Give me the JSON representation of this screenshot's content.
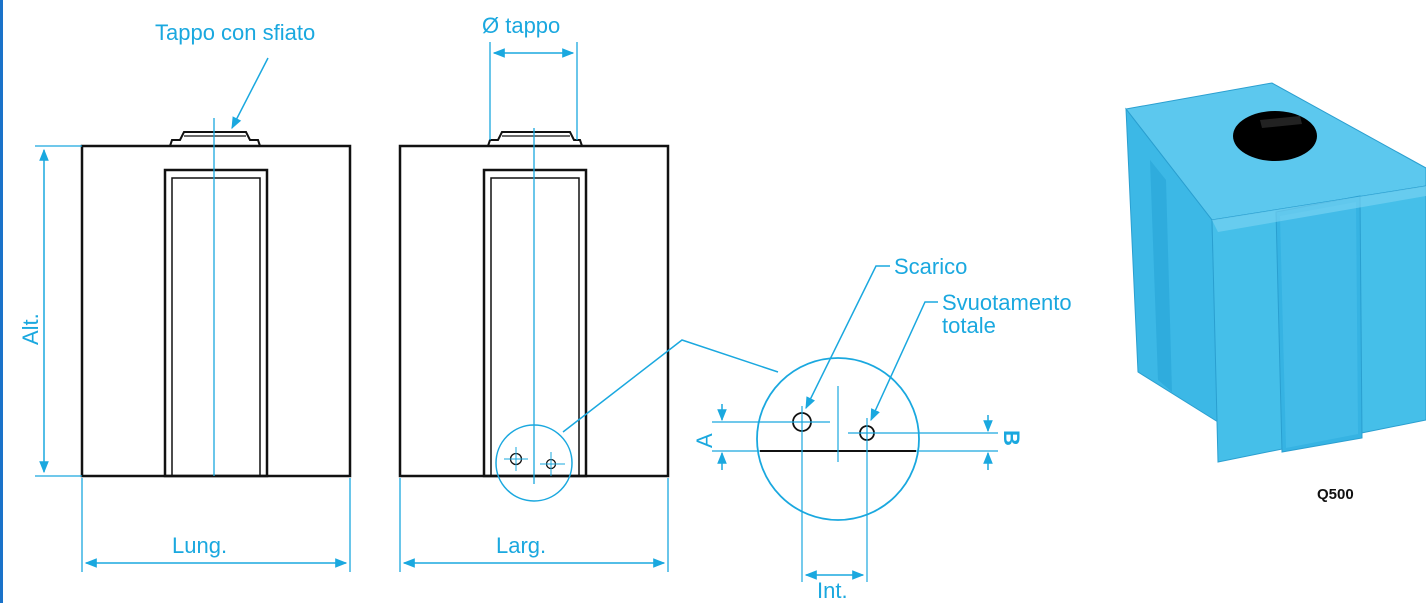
{
  "colors": {
    "accent": "#1aa8df",
    "outline": "#111111",
    "tank_blue": "#3cb8e6",
    "tank_dark": "#2a9fd0",
    "cap": "#000000",
    "border": "#1a72c9"
  },
  "labels": {
    "vent_cap": "Tappo con sfiato",
    "cap_diameter": "Ø tappo",
    "height": "Alt.",
    "length": "Lung.",
    "width": "Larg.",
    "drain": "Scarico",
    "full_drain_1": "Svuotamento",
    "full_drain_2": "totale",
    "dim_a": "A",
    "dim_b": "B",
    "interaxis": "Int."
  },
  "product": {
    "model": "Q500"
  }
}
